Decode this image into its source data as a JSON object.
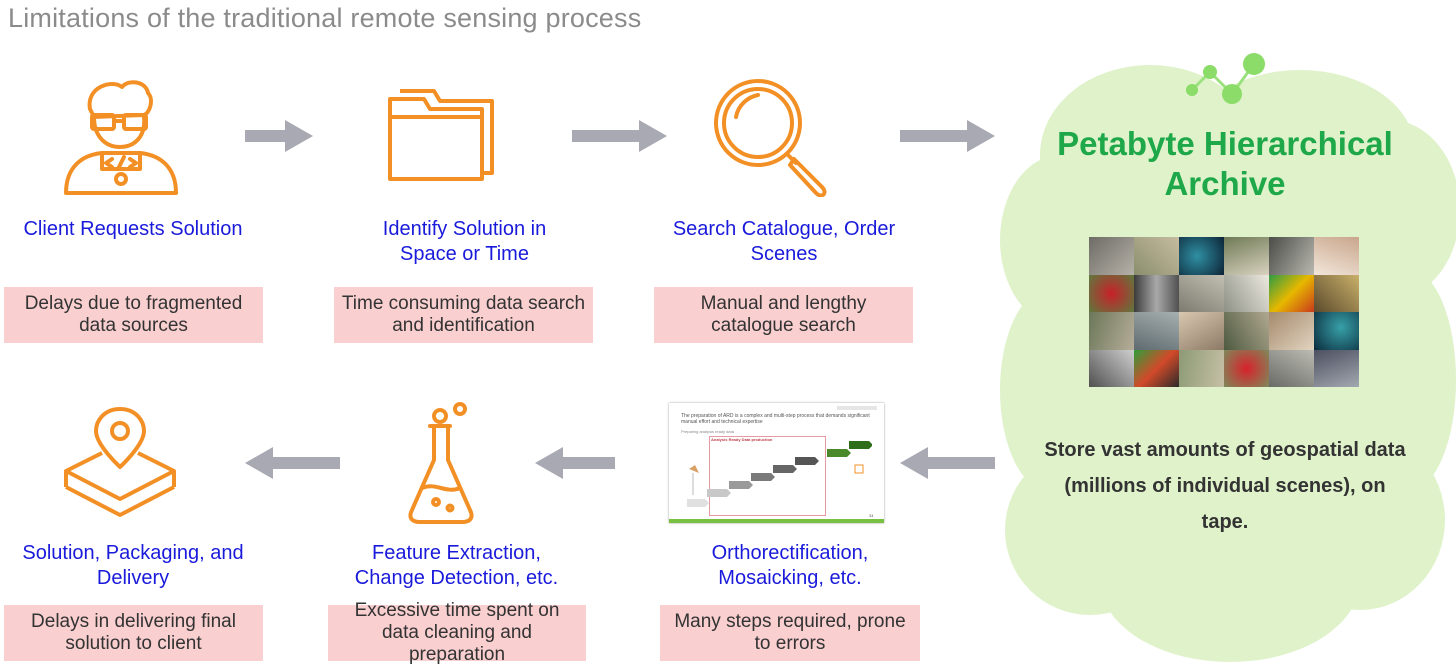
{
  "title": "Limitations of the traditional remote sensing process",
  "colors": {
    "step_label": "#1a1adb",
    "issue_bg": "#f9cfd0",
    "icon_orange": "#f39025",
    "arrow_gray": "#a9a9b3",
    "cloud": "#dff2c9",
    "archive_green": "#1ea84a"
  },
  "steps": [
    {
      "label": "Client Requests Solution",
      "issue": "Delays due to fragmented data sources",
      "icon": "developer-icon"
    },
    {
      "label": "Identify Solution in Space or Time",
      "issue": "Time consuming data search and identification",
      "icon": "folder-icon"
    },
    {
      "label": "Search Catalogue, Order Scenes",
      "issue": "Manual and lengthy catalogue search",
      "icon": "magnifier-icon"
    },
    {
      "label": "Orthorectification, Mosaicking, etc.",
      "issue": "Many steps required, prone to errors",
      "icon": "slide-thumbnail"
    },
    {
      "label": "Feature Extraction, Change Detection, etc.",
      "issue": "Excessive time spent on data cleaning and preparation",
      "icon": "flask-icon"
    },
    {
      "label": "Solution, Packaging, and Delivery",
      "issue": "Delays in delivering final solution to client",
      "icon": "map-layers-icon"
    }
  ],
  "archive": {
    "title": "Petabyte Hierarchical Archive",
    "description": "Store vast amounts of geospatial data (millions of individual scenes), on tape."
  },
  "slide": {
    "heading": "The preparation of ARD is a complex and multi-step process that demands significant manual effort and technical expertise",
    "subheading": "Preparing analysis ready data",
    "box_title": "Analysis Ready Data production",
    "page_number": "34"
  }
}
